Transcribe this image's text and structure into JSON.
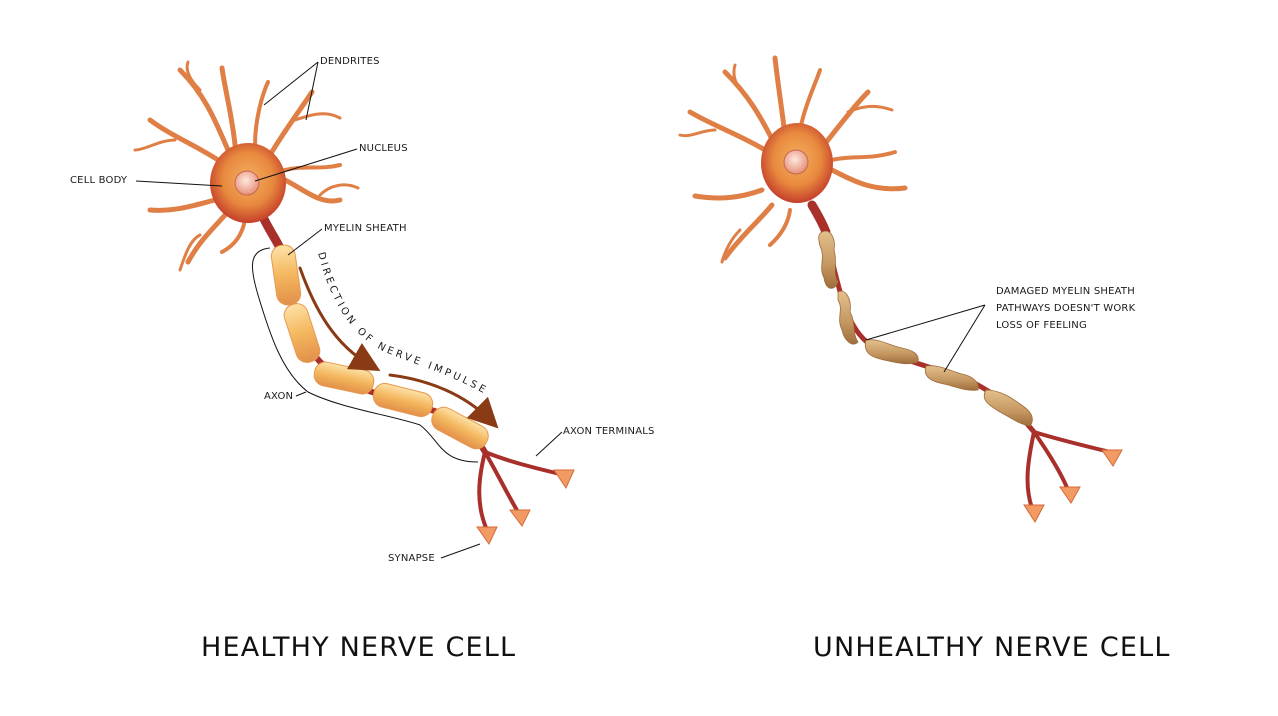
{
  "colors": {
    "dendrite": "#e07f45",
    "dendrite_dark": "#c24a2e",
    "cell_body": "#e8893e",
    "cell_body_edge": "#c53f2b",
    "nucleus": "#f4c7b0",
    "axon": "#a9302a",
    "myelin": "#f4b75e",
    "myelin_damaged": "#c49660",
    "impulse_arrow": "#8a3a14",
    "synapse": "#f29a63"
  },
  "healthy": {
    "caption": "HEALTHY NERVE CELL",
    "labels": {
      "dendrites": "DENDRITES",
      "nucleus": "NUCLEUS",
      "cell_body": "CELL BODY",
      "myelin_sheath": "MYELIN SHEATH",
      "axon": "AXON",
      "axon_terminals": "AXON TERMINALS",
      "synapse": "SYNAPSE"
    },
    "impulse_text": "DIRECTION OF NERVE IMPULSE"
  },
  "unhealthy": {
    "caption": "UNHEALTHY NERVE CELL",
    "damage_lines": [
      "DAMAGED MYELIN SHEATH",
      "PATHWAYS DOESN'T WORK",
      "LOSS OF FEELING"
    ]
  }
}
